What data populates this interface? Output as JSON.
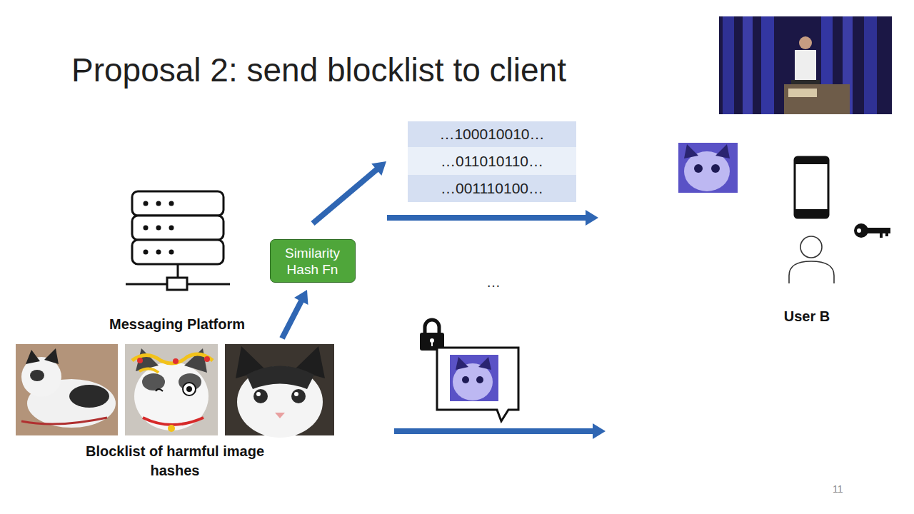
{
  "diagram": {
    "title": "Proposal 2: send blocklist to client",
    "nodes": [
      {
        "text": [
          "Messaging Platform"
        ]
      },
      {
        "text": [
          "Blocklist of harmful image hashes"
        ]
      },
      {
        "text": [
          "Similarity Hash Fn"
        ]
      },
      {
        "text": [
          "…100010010…"
        ]
      },
      {
        "text": [
          "…011010110…"
        ]
      },
      {
        "text": [
          "…001110100…"
        ]
      },
      {
        "text": [
          "User B"
        ]
      }
    ],
    "edges": [
      {
        "from": 1,
        "to": 2,
        "arrow": "to"
      },
      {
        "from": 2,
        "to": 4,
        "arrow": "to"
      }
    ],
    "labels": [
      "…",
      "11"
    ]
  }
}
